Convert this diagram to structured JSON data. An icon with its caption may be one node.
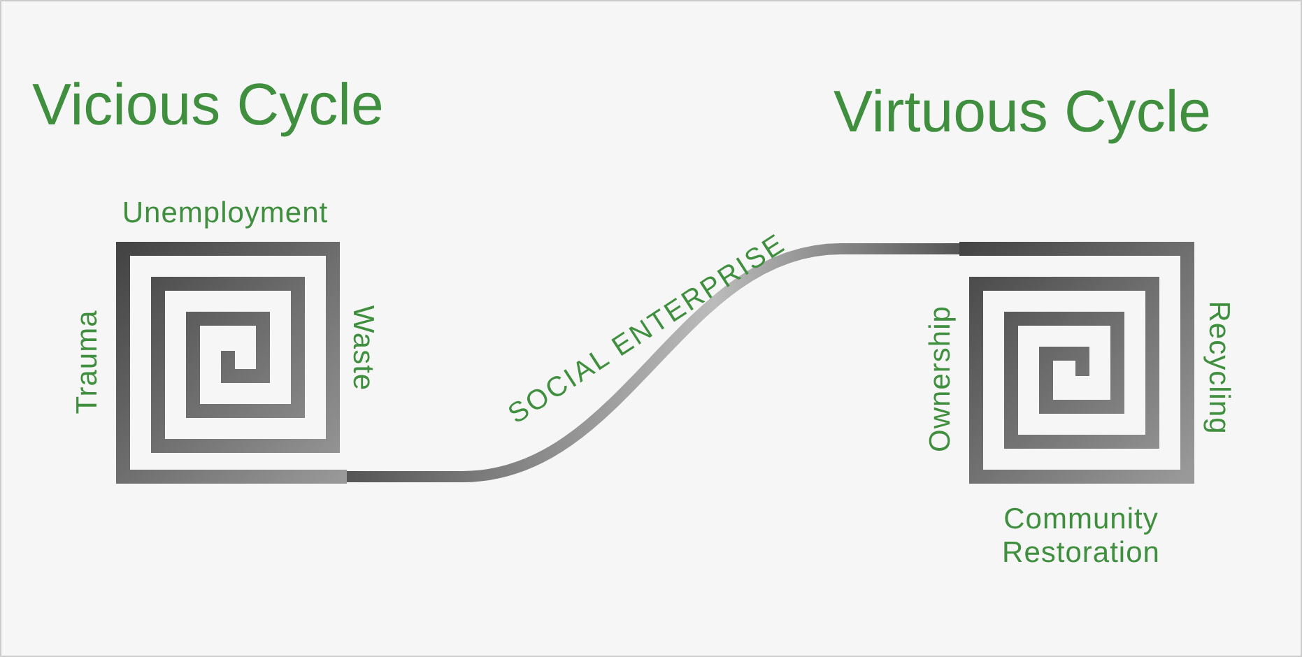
{
  "diagram": {
    "nodes": [
      {
        "text": [
          "Vicious Cycle",
          "Unemployment",
          "Waste",
          "Trauma"
        ]
      },
      {
        "text": [
          "Virtuous Cycle",
          "Ownership",
          "Recycling",
          "Community Restoration"
        ]
      }
    ],
    "edges": [
      {
        "from": 0,
        "to": 1,
        "arrow": "none",
        "label": "SOCIAL ENTERPRISE"
      }
    ]
  }
}
